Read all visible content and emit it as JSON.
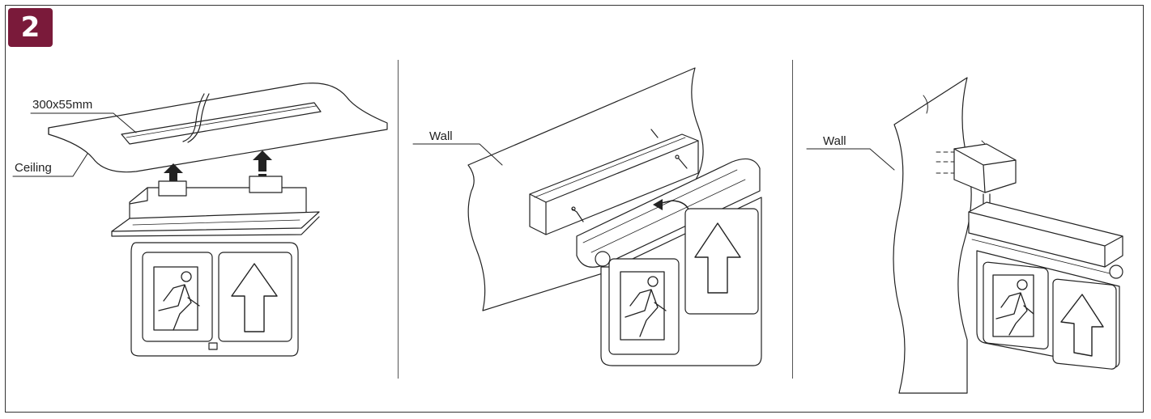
{
  "step": {
    "number": "2",
    "color": "#7a1a3a"
  },
  "panels": [
    {
      "labels": {
        "cutout": "300x55mm",
        "surface": "Ceiling"
      }
    },
    {
      "labels": {
        "surface": "Wall"
      }
    },
    {
      "labels": {
        "surface": "Wall"
      }
    }
  ]
}
